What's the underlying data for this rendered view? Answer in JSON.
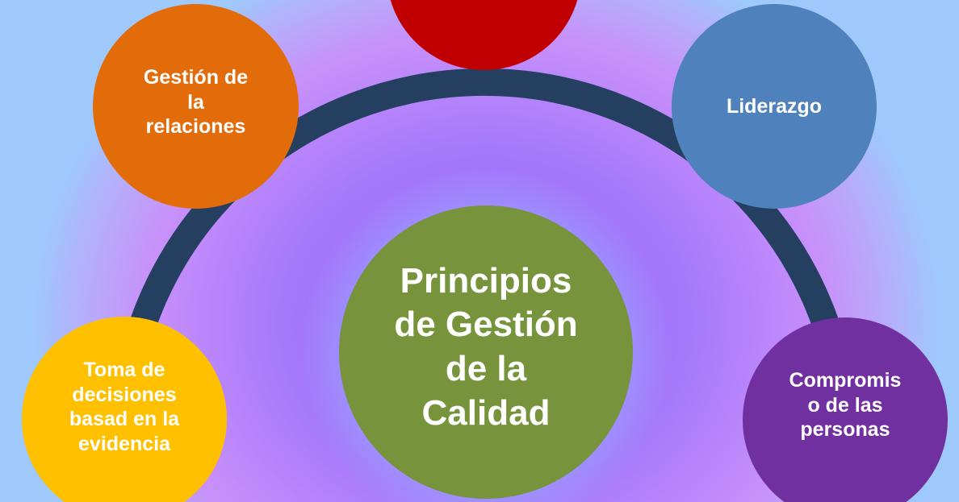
{
  "diagram": {
    "type": "hub-and-arc",
    "background": {
      "outer_color": "#9fc8fb",
      "mid_color": "#c890fa",
      "inner_color": "#9a6bff",
      "center_glow": "#9bb3ff"
    },
    "arc": {
      "color": "#243f60",
      "stroke_width": 34
    },
    "center": {
      "label": "Principios\nde Gestión\nde la\nCalidad",
      "color": "#77933c"
    },
    "nodes": [
      {
        "id": "top",
        "label": "",
        "color": "#c00000",
        "position": "top-center"
      },
      {
        "id": "left",
        "label": "Gestión de\nla\nrelaciones",
        "color": "#e36c0a",
        "position": "upper-left"
      },
      {
        "id": "right",
        "label": "Liderazgo",
        "color": "#4f81bd",
        "position": "upper-right"
      },
      {
        "id": "bottom-left",
        "label": "Toma de\ndecisiones\nbasad en la\nevidencia",
        "color": "#ffc000",
        "position": "lower-left"
      },
      {
        "id": "bottom-right",
        "label": "Compromis\no de las\npersonas",
        "color": "#7030a0",
        "position": "lower-right"
      }
    ]
  }
}
